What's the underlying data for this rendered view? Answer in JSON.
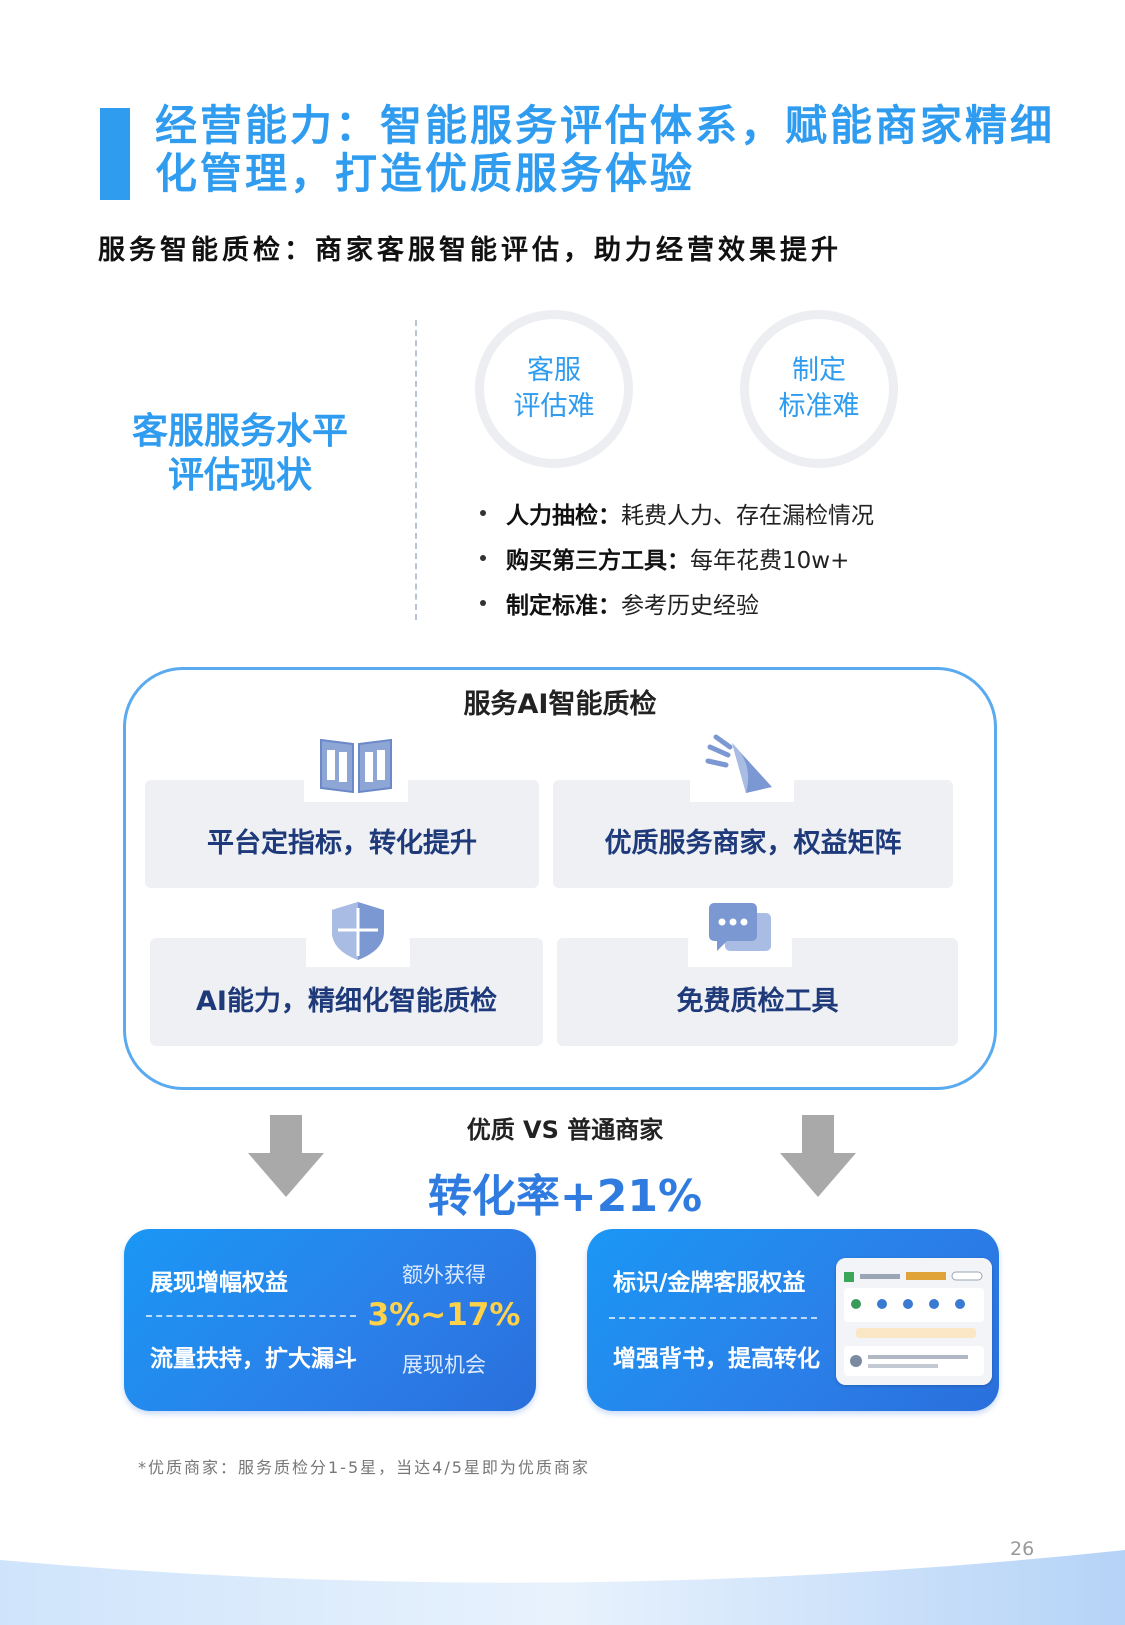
{
  "header": {
    "title": "经营能力：智能服务评估体系，赋能商家精细化管理，打造优质服务体验",
    "subtitle": "服务智能质检：商家客服智能评估，助力经营效果提升"
  },
  "status": {
    "title_line1": "客服服务水平",
    "title_line2": "评估现状",
    "circles": [
      {
        "line1": "客服",
        "line2": "评估难"
      },
      {
        "line1": "制定",
        "line2": "标准难"
      }
    ],
    "bullets": [
      {
        "bold": "人力抽检：",
        "text": "耗费人力、存在漏检情况"
      },
      {
        "bold": "购买第三方工具：",
        "text": "每年花费10w+"
      },
      {
        "bold": "制定标准：",
        "text": "参考历史经验"
      }
    ]
  },
  "ai_box": {
    "title": "服务AI智能质检",
    "cards": [
      {
        "label": "平台定指标，转化提升",
        "icon": "book-icon"
      },
      {
        "label": "优质服务商家，权益矩阵",
        "icon": "rocket-icon"
      },
      {
        "label": "AI能力，精细化智能质检",
        "icon": "shield-icon"
      },
      {
        "label": "免费质检工具",
        "icon": "chat-icon"
      }
    ]
  },
  "compare": {
    "vs_label": "优质 VS 普通商家",
    "rate": "转化率+21%"
  },
  "panels": [
    {
      "title": "展现增幅权益",
      "desc": "流量扶持，扩大漏斗",
      "extra_top": "额外获得",
      "extra_value": "3%~17%",
      "extra_bottom": "展现机会"
    },
    {
      "title": "标识/金牌客服权益",
      "desc": "增强背书，提高转化"
    }
  ],
  "footnote": "*优质商家：服务质检分1-5星，当达4/5星即为优质商家",
  "page_number": "26",
  "colors": {
    "accent": "#2f9cf0",
    "card_text": "#1f3a7a",
    "highlight": "#ffd24a"
  }
}
